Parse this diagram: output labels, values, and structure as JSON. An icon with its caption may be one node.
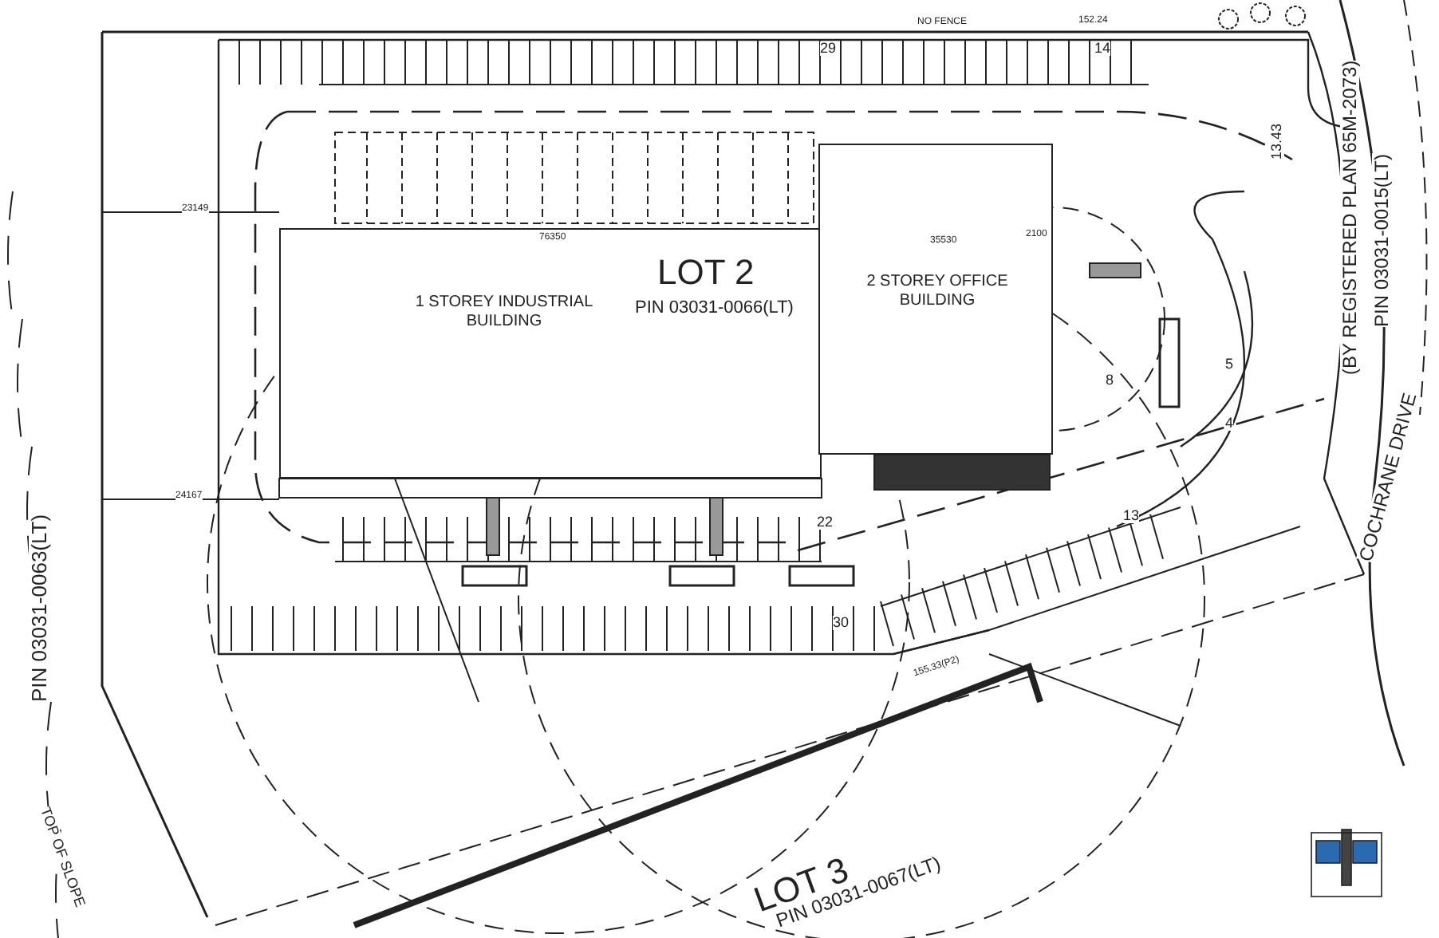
{
  "diagram": {
    "nodes": [
      {
        "text": [
          "1 STOREY INDUSTRIAL BUILDING"
        ]
      },
      {
        "text": [
          "2 STOREY OFFICE BUILDING"
        ]
      }
    ],
    "labels": [
      "LOT 2",
      "PIN 03031-0066(LT)",
      "(BY REGISTERED PLAN 65M-2073)",
      "PIN 03031-0015(LT)",
      "COCHRANE DRIVE",
      "PIN 03031-0063(LT)",
      "LOT 3",
      "PIN 03031-0067(LT)",
      "TOP OF SLOPE",
      "29",
      "14",
      "22",
      "13",
      "30",
      "5",
      "4",
      "8",
      "76350",
      "35530",
      "2100",
      "13.43",
      "24167",
      "23149",
      "155.33(P2)",
      "152.24",
      "NO FENCE"
    ]
  }
}
